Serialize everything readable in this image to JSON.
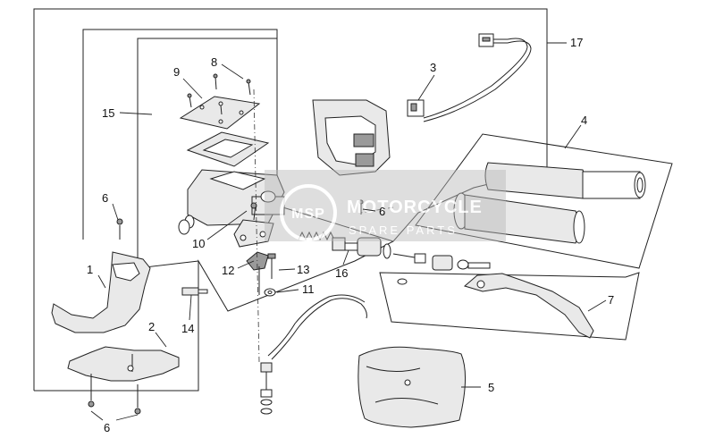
{
  "callouts": {
    "c1": "1",
    "c2": "2",
    "c3": "3",
    "c4": "4",
    "c5": "5",
    "c6a": "6",
    "c6b": "6",
    "c6c": "6",
    "c7": "7",
    "c8": "8",
    "c9": "9",
    "c10": "10",
    "c11": "11",
    "c12": "12",
    "c13": "13",
    "c14": "14",
    "c15": "15",
    "c16": "16",
    "c17": "17"
  },
  "watermark": {
    "title": "MOTORCYCLE",
    "subtitle": "SPARE PARTS",
    "logo_text": "MSP"
  },
  "colors": {
    "line": "#222222",
    "part_fill": "#ffffff",
    "watermark": "#b0b0b0"
  }
}
